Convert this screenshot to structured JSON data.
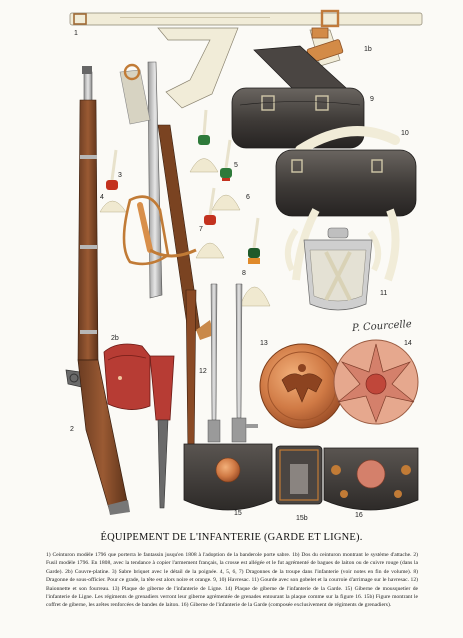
{
  "labels": {
    "n1": "1",
    "n1b": "1b",
    "n2": "2",
    "n2b": "2b",
    "n3": "3",
    "n4": "4",
    "n5": "5",
    "n6": "6",
    "n7": "7",
    "n8": "8",
    "n9": "9",
    "n10": "10",
    "n11": "11",
    "n12": "12",
    "n13": "13",
    "n14": "14",
    "n15": "15",
    "n15b": "15b",
    "n16": "16"
  },
  "signature": "P. Courcelle",
  "title": "ÉQUIPEMENT DE L'INFANTERIE (GARDE ET LIGNE).",
  "caption": "1) Ceinturon modèle 1796 que porterra le fantassin jusqu'en 1808 à l'adoption de la banderole porte sabre. 1b) Dos du ceinturon montrant le système d'attache. 2) Fusil modèle 1796. En 1808, avec la tendance à copier l'armement français, la crosse est allégée et le fut agrémenté de bagues de laiton ou de cuivre rouge (dans la Garde). 2b) Couvre-platine. 3) Sabre briquet avec le détail de la poignée. 4, 5, 6, 7) Dragonnes de la troupe dans l'infanterie (voir notes en fin de volume). 8) Dragonne de sous-officier. Pour ce grade, la tête est alors noire et orange. 9, 10) Havresac. 11) Gourde avec son gobelet et la courroie d'arrimage sur le havresac. 12) Baionnette et son fourreau. 13) Plaque de giberne de l'infanterie de Ligne. 14) Plaque de giberne de l'infanterie de la Garde. 15) Giberne de mousquetier de l'infanterie de Ligne. Les régiments de grenadiers verront leur giberne agrémentée de grenades entourant la plaque comme sur la figure 16. 15b) Figure montrant le coffret de giberne, les arêtes renforcées de bandes de laiton. 16) Giberne de l'infanterie de la Garde (composée exclusivement de régiments de grenadiers)."
}
